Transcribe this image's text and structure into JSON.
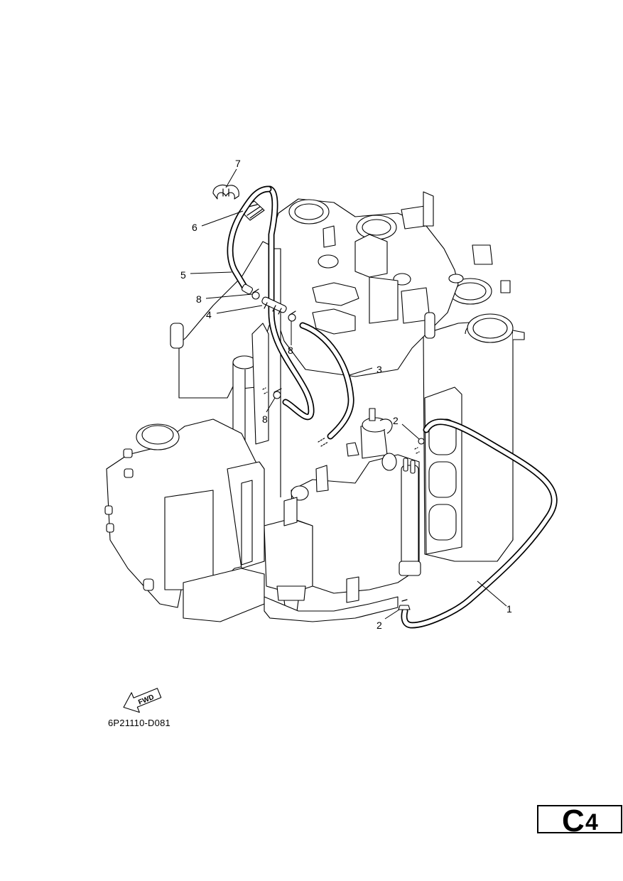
{
  "diagram": {
    "callouts": [
      "1",
      "2",
      "2",
      "3",
      "4",
      "5",
      "6",
      "7",
      "8",
      "8",
      "8"
    ],
    "fwd_label": "FWD",
    "drawing_code": "6P21110-D081"
  },
  "page": {
    "section_letter": "C",
    "section_number": "4"
  }
}
